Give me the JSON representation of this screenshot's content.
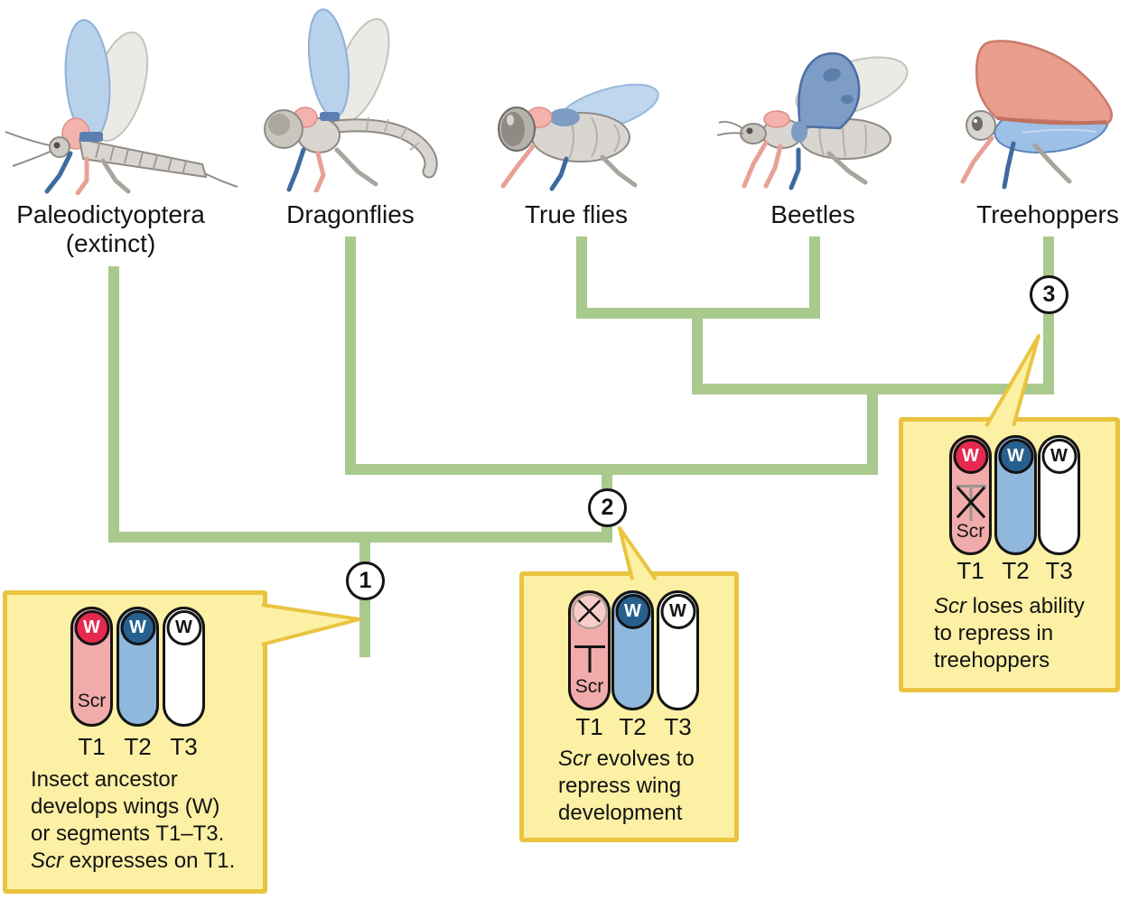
{
  "taxa": [
    {
      "label": "Paleodictyoptera",
      "sublabel": "(extinct)"
    },
    {
      "label": "Dragonflies",
      "sublabel": ""
    },
    {
      "label": "True flies",
      "sublabel": ""
    },
    {
      "label": "Beetles",
      "sublabel": ""
    },
    {
      "label": "Treehoppers",
      "sublabel": ""
    }
  ],
  "markers": [
    {
      "label": "1"
    },
    {
      "label": "2"
    },
    {
      "label": "3"
    }
  ],
  "callouts": [
    {
      "marker": "1",
      "capsules": [
        {
          "segment": "T1",
          "wing": "W",
          "gene": "Scr"
        },
        {
          "segment": "T2",
          "wing": "W"
        },
        {
          "segment": "T3",
          "wing": "W"
        }
      ],
      "caption": {
        "line1": "Insect ancestor",
        "line2": "develops wings (W)",
        "line3": "or segments T1–T3.",
        "line4_italic": "Scr",
        "line4_rest": " expresses on T1."
      }
    },
    {
      "marker": "2",
      "capsules": [
        {
          "segment": "T1",
          "gene": "Scr",
          "wing_crossed_out": true
        },
        {
          "segment": "T2",
          "wing": "W"
        },
        {
          "segment": "T3",
          "wing": "W"
        }
      ],
      "caption": {
        "line1_italic": "Scr",
        "line1_rest": " evolves to",
        "line2": "repress wing",
        "line3": "development"
      }
    },
    {
      "marker": "3",
      "capsules": [
        {
          "segment": "T1",
          "wing": "W",
          "gene": "Scr",
          "repression_crossed_out": true
        },
        {
          "segment": "T2",
          "wing": "W"
        },
        {
          "segment": "T3",
          "wing": "W"
        }
      ],
      "caption": {
        "line1_italic": "Scr",
        "line1_rest": " loses ability",
        "line2": "to repress in",
        "line3": "treehoppers"
      }
    }
  ],
  "colors": {
    "tree_green": "#a9c98d",
    "callout_bg": "#fcf0a4",
    "callout_border": "#eac440",
    "t1_pink": "#f2abab",
    "wing_red": "#e6294e",
    "t2_blue": "#8fb8dc",
    "wing_dark_blue": "#27608e",
    "wing_white": "#ffffff"
  }
}
